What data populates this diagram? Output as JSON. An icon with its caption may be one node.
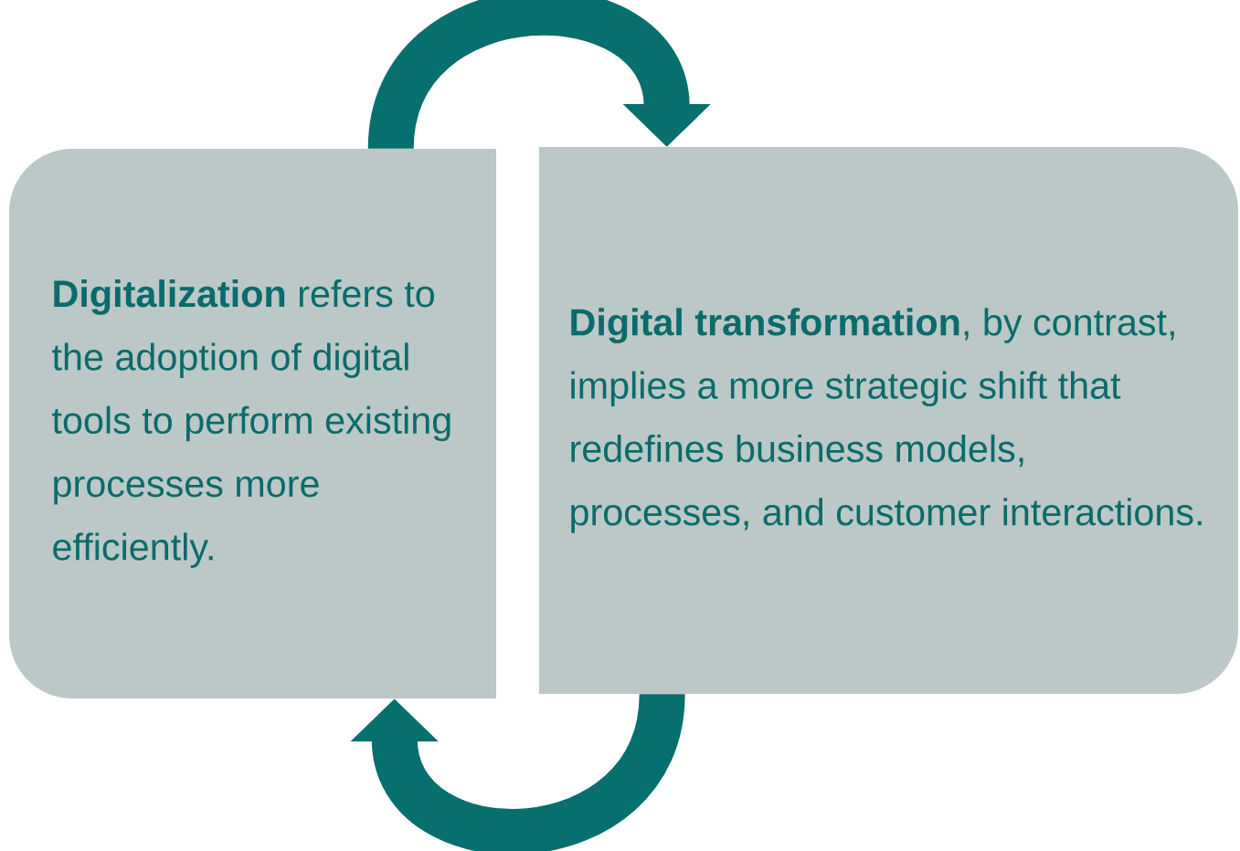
{
  "diagram": {
    "nodes": [
      {
        "text": [
          "**Digitalization** refers to the adoption of digital tools to perform existing processes more efficiently."
        ]
      },
      {
        "text": [
          "**Digital transformation**, by contrast, implies a more strategic shift that redefines business models, processes, and customer interactions."
        ]
      }
    ],
    "edges": [
      {
        "from": 0,
        "to": 1,
        "arrow": "to"
      },
      {
        "from": 1,
        "to": 0,
        "arrow": "to"
      }
    ]
  }
}
